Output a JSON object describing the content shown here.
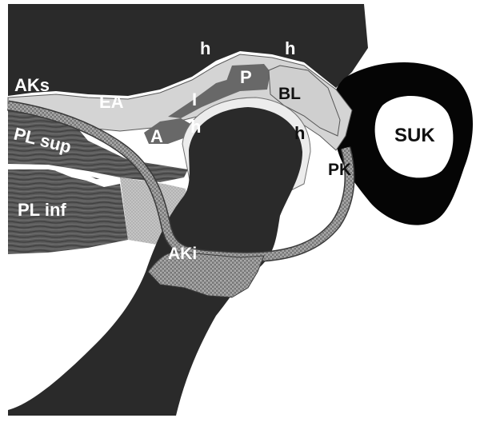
{
  "labels": {
    "aks": "AKs",
    "ea": "EA",
    "h_top_left": "h",
    "h_top_right": "h",
    "p": "P",
    "i": "I",
    "bl": "BL",
    "a": "A",
    "h_mid_left": "h",
    "h_mid_right": "h",
    "suk": "SUK",
    "pl_sup": "PL sup",
    "pk": "PK",
    "pl_inf": "PL inf",
    "aki": "AKi"
  },
  "colors": {
    "bone": "#2a2a2a",
    "muscle": "#5e5e5e",
    "disc_dark": "#686868",
    "disc_mid": "#b9b9b9",
    "disc_light": "#d4d4d4",
    "capsule": "#8c8c8c",
    "ear_canal": "#050505",
    "label_light": "#ffffff",
    "label_dark": "#111111"
  }
}
